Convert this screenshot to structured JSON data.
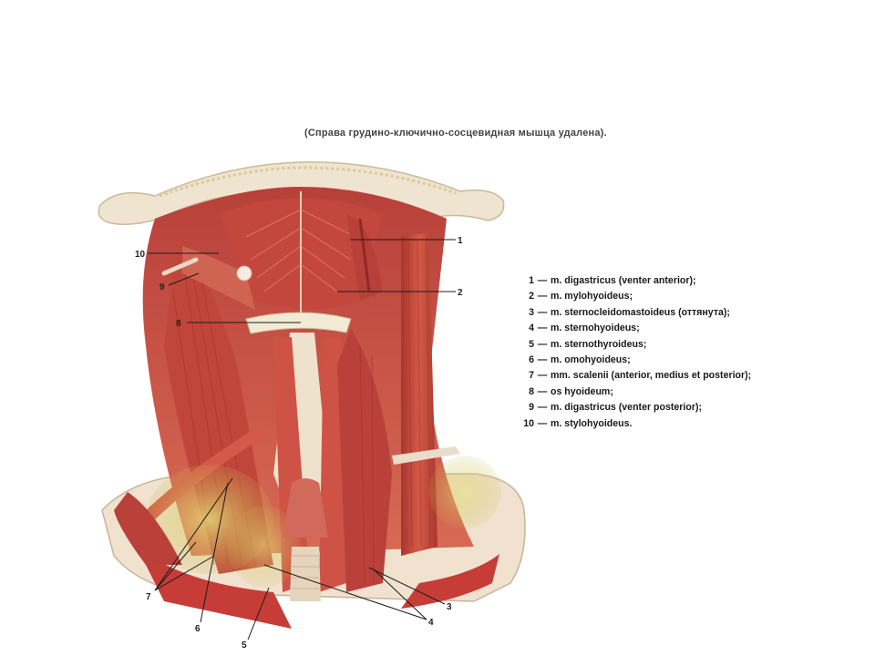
{
  "caption": "(Справа грудино-ключично-сосцевидная мышца удалена).",
  "figure_labels": [
    "1",
    "2",
    "3",
    "4",
    "5",
    "6",
    "7",
    "8",
    "9",
    "10"
  ],
  "legend": [
    {
      "num": "1",
      "dash": "—",
      "text": "m. digastricus (venter anterior);"
    },
    {
      "num": "2",
      "dash": "—",
      "text": "m. mylohyoideus;"
    },
    {
      "num": "3",
      "dash": "—",
      "text": "m. sternocleidomastoideus (оттянута);"
    },
    {
      "num": "4",
      "dash": "—",
      "text": "m. sternohyoideus;"
    },
    {
      "num": "5",
      "dash": "—",
      "text": "m. sternothyroideus;"
    },
    {
      "num": "6",
      "dash": "—",
      "text": "m. omohyoideus;"
    },
    {
      "num": "7",
      "dash": "—",
      "text": "mm. scalenii (anterior, medius et posterior);"
    },
    {
      "num": "8",
      "dash": "—",
      "text": "os hyoideum;"
    },
    {
      "num": "9",
      "dash": "—",
      "text": "m.  digastricus (venter posterior);"
    },
    {
      "num": "10",
      "dash": "—",
      "text": "m. stylohyoideus."
    }
  ],
  "colors": {
    "muscle": "#c9453b",
    "muscle_dark": "#8e2a22",
    "muscle_light": "#e07a62",
    "bone": "#efe6d3",
    "fat": "#d8d05a",
    "leader": "#1a1a1a"
  }
}
